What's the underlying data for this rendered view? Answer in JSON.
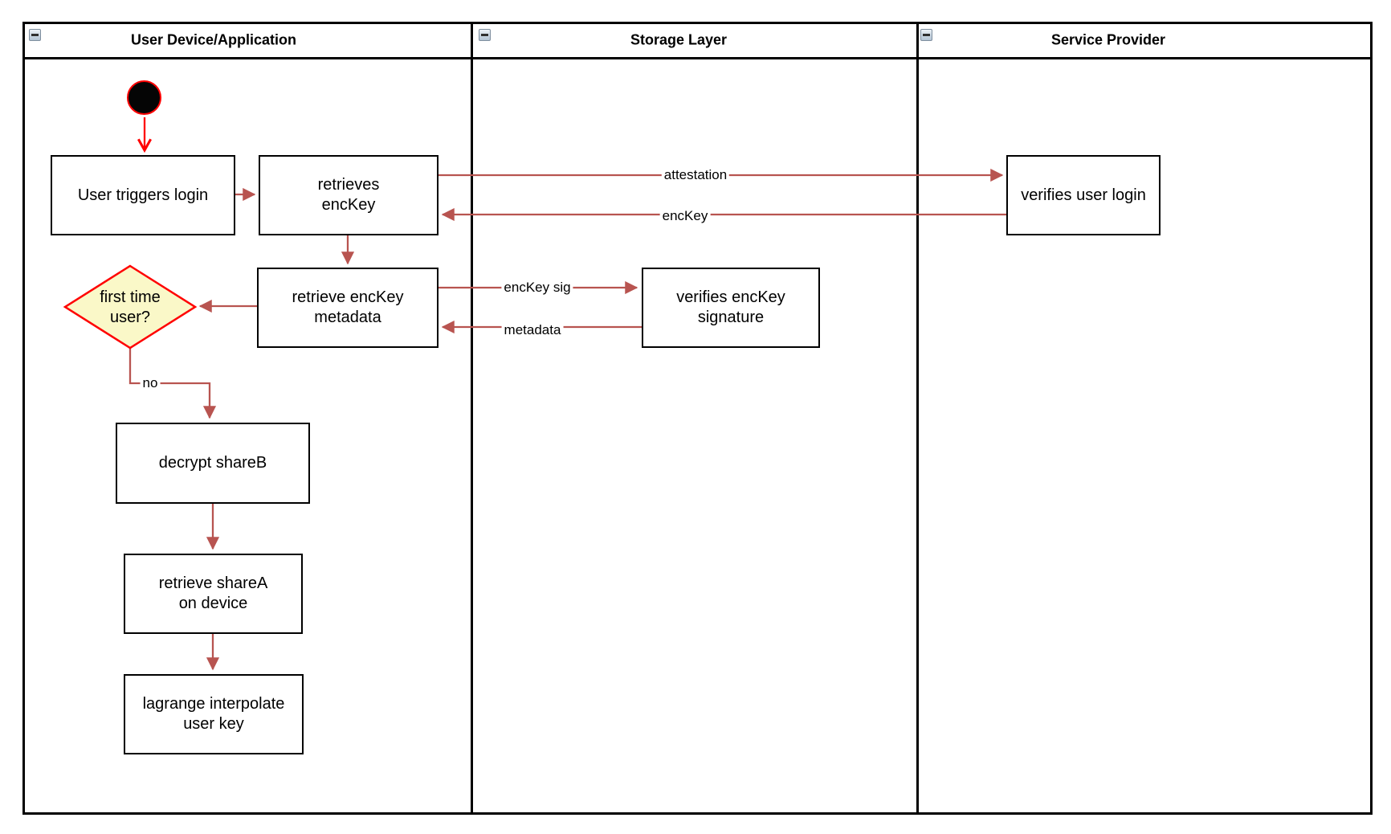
{
  "lanes": [
    {
      "title": "User Device/Application"
    },
    {
      "title": "Storage Layer"
    },
    {
      "title": "Service Provider"
    }
  ],
  "collapse_icon": {
    "name": "collapse-minus-icon",
    "glyph": "−"
  },
  "nodes": {
    "user_triggers_login": "User triggers login",
    "retrieves_enckey": "retrieves\nencKey",
    "retrieve_enckey_metadata": "retrieve encKey\nmetadata",
    "first_time_user": "first time\nuser?",
    "decrypt_shareb": "decrypt shareB",
    "retrieve_sharea_on_device": "retrieve shareA\non device",
    "lagrange_interpolate_user_key": "lagrange interpolate\nuser key",
    "verifies_enckey_signature": "verifies encKey\nsignature",
    "verifies_user_login": "verifies user login"
  },
  "edge_labels": {
    "attestation": "attestation",
    "enckey": "encKey",
    "enckey_sig": "encKey sig",
    "metadata": "metadata",
    "no": "no"
  },
  "colors": {
    "flow_arrow": "#B85450",
    "start_and_decision_accent": "#FF0000",
    "decision_fill": "#FAF8C8",
    "shape_border": "#000000",
    "background": "#FFFFFF"
  }
}
